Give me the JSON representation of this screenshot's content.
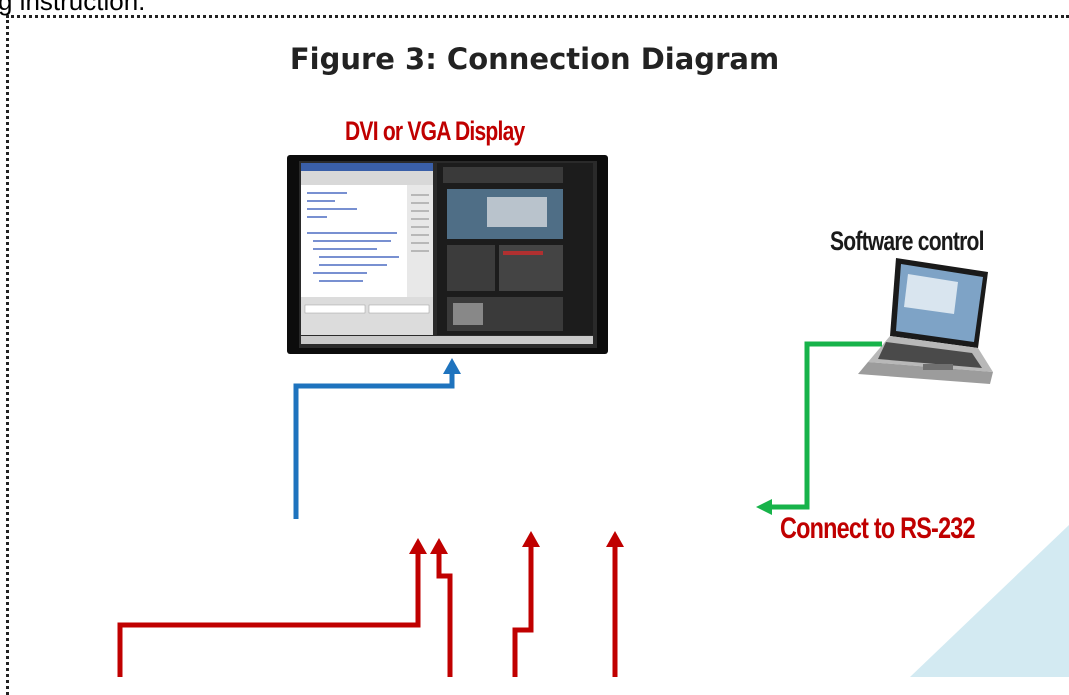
{
  "header": {
    "partial_text": "g instruction."
  },
  "figure": {
    "title": "Figure 3: Connection Diagram",
    "labels": {
      "display": "DVI or VGA Display",
      "software": "Software control",
      "rs232": "Connect to RS-232"
    }
  },
  "colors": {
    "video_line": "#1e73be",
    "serial_line": "#17b34a",
    "input_lines": "#c00000",
    "label_red": "#c00000",
    "corner_tint": "#d3eaf2"
  }
}
